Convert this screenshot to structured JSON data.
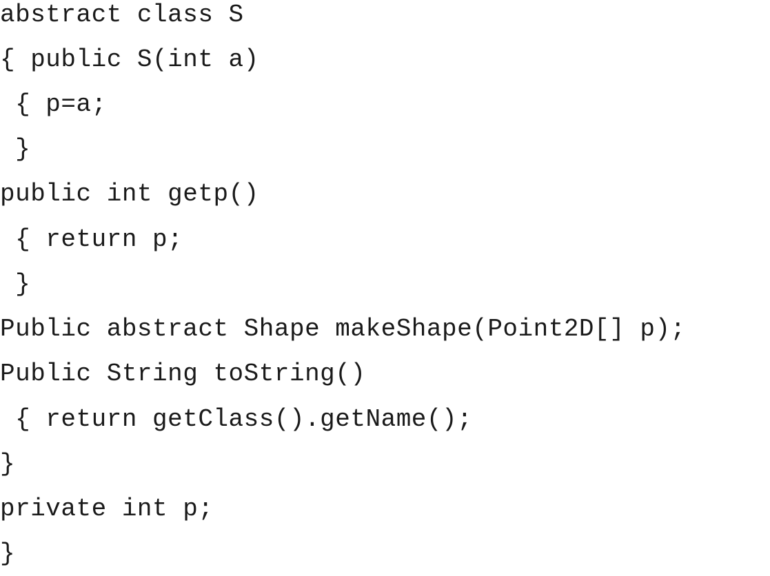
{
  "code": {
    "lines": [
      "abstract class S",
      "{ public S(int a)",
      " { p=a;",
      " }",
      "public int getp()",
      " { return p;",
      " }",
      "Public abstract Shape makeShape(Point2D[] p);",
      "Public String toString()",
      " { return getClass().getName();",
      "}",
      "private int p;",
      "}"
    ]
  }
}
